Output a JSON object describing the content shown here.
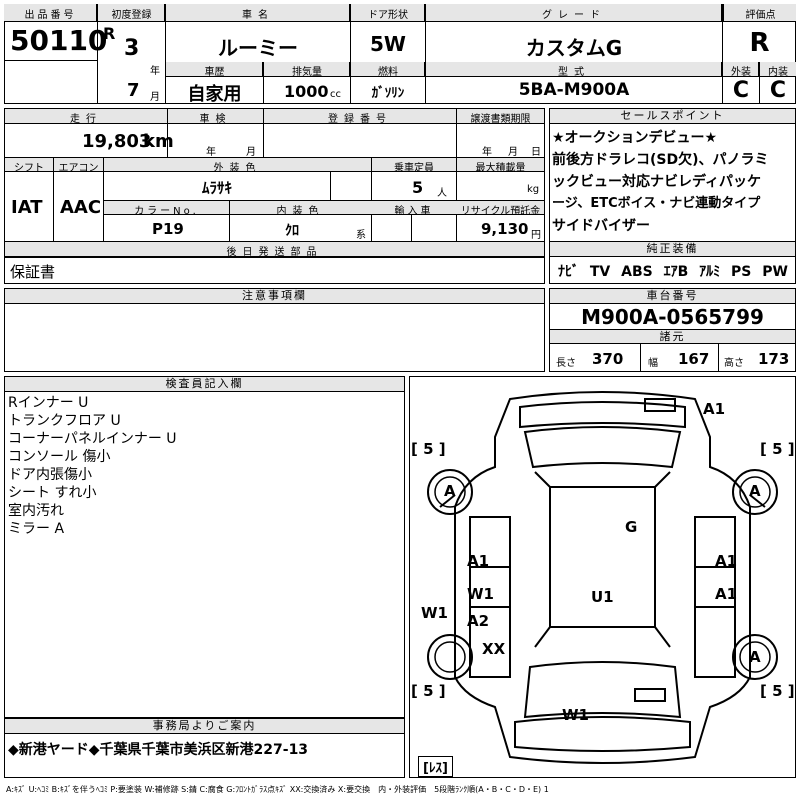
{
  "header": {
    "lot_label": "出品番号",
    "lot_no": "50110",
    "first_reg_label": "初度登録",
    "era": "R",
    "year": "3",
    "year_unit": "年",
    "month": "7",
    "month_unit": "月",
    "name_label": "車名",
    "name": "ルーミー",
    "door_label": "ドア形状",
    "door": "5W",
    "grade_label": "グレード",
    "grade": "カスタムG",
    "score_label": "評価点",
    "score": "R",
    "history_label": "車歴",
    "history": "自家用",
    "disp_label": "排気量",
    "disp": "1000",
    "disp_unit": "cc",
    "fuel_label": "燃料",
    "fuel": "ｶﾞｿﾘﾝ",
    "model_label": "型式",
    "model": "5BA-M900A",
    "ext_label": "外装",
    "ext": "C",
    "int_label": "内装",
    "int": "C"
  },
  "row2": {
    "mileage_label": "走行",
    "mileage": "19,803",
    "mileage_unit": "km",
    "inspection_label": "車検",
    "insp_y": "年",
    "insp_m": "月",
    "reg_label": "登録番号",
    "transfer_label": "譲渡書類期限",
    "transfer_y": "年",
    "transfer_m": "月",
    "transfer_d": "日",
    "shift_label": "シフト",
    "shift": "IAT",
    "ac_label": "エアコン",
    "ac": "AAC",
    "color_label": "外装色",
    "color": "ﾑﾗｻｷ",
    "seats_label": "乗車定員",
    "seats": "5",
    "seats_unit": "人",
    "load_label": "最大積載量",
    "load_unit": "kg",
    "color_no_label": "カラーNo.",
    "color_no": "P19",
    "int_color_label": "内装色",
    "int_color": "ｸﾛ",
    "int_color_unit": "系",
    "import_label": "輸入車",
    "recycle_label": "リサイクル預託金",
    "recycle": "9,130",
    "recycle_unit": "円"
  },
  "sales_point": {
    "label": "セールスポイント",
    "lines": [
      "★オークションデビュー★",
      "前後方ドラレコ(SD欠)、パノラミ",
      "ックビュー対応ナビレディパッケ",
      "ージ、ETCボイス・ナビ連動タイプ",
      "サイドバイザー"
    ]
  },
  "later_parts": {
    "label": "後日発送部品",
    "value": "保証書"
  },
  "equipment": {
    "label": "純正装備",
    "items": [
      "ﾅﾋﾞ",
      "TV",
      "ABS",
      "ｴｱB",
      "ｱﾙﾐ",
      "PS",
      "PW"
    ]
  },
  "caution": {
    "label": "注意事項欄"
  },
  "chassis": {
    "label": "車台番号",
    "value": "M900A-0565799"
  },
  "specs": {
    "label": "諸元",
    "len_label": "長さ",
    "len": "370",
    "wid_label": "幅",
    "wid": "167",
    "hgt_label": "高さ",
    "hgt": "173"
  },
  "inspector": {
    "label": "検査員記入欄",
    "lines": [
      "Rインナー U",
      "トランクフロア U",
      "コーナーパネルインナー U",
      "コンソール 傷小",
      "ドア内張傷小",
      "シート すれ小",
      "室内汚れ",
      "ミラー A"
    ]
  },
  "diagram": {
    "a1_top": "A1",
    "tl5": "[ 5 ]",
    "tr5": "[ 5 ]",
    "bl5": "[ 5 ]",
    "br5": "[ 5 ]",
    "wheel_fl": "A",
    "wheel_fr": "A",
    "wheel_rr": "A",
    "g": "G",
    "a1_l": "A1",
    "a1_r": "A1",
    "w1_l": "W1",
    "w1_side": "W1",
    "a1_r2": "A1",
    "u1": "U1",
    "a2": "A2",
    "xx": "XX",
    "w1_bottom": "W1",
    "less": "[ﾚｽ]"
  },
  "office": {
    "label": "事務局よりご案内",
    "value": "◆新港ヤード◆千葉県千葉市美浜区新港227-13"
  },
  "legend": "A:ｷｽﾞ U:ﾍｺﾐ B:ｷｽﾞを伴うﾍｺﾐ P:要塗装 W:補修跡 S:錆 C:腐食 G:ﾌﾛﾝﾄｶﾞﾗｽ点ｷｽﾞ XX:交換済み X:要交換　内・外装評価　5段階ﾗﾝｸ順(A・B・C・D・E) 1"
}
